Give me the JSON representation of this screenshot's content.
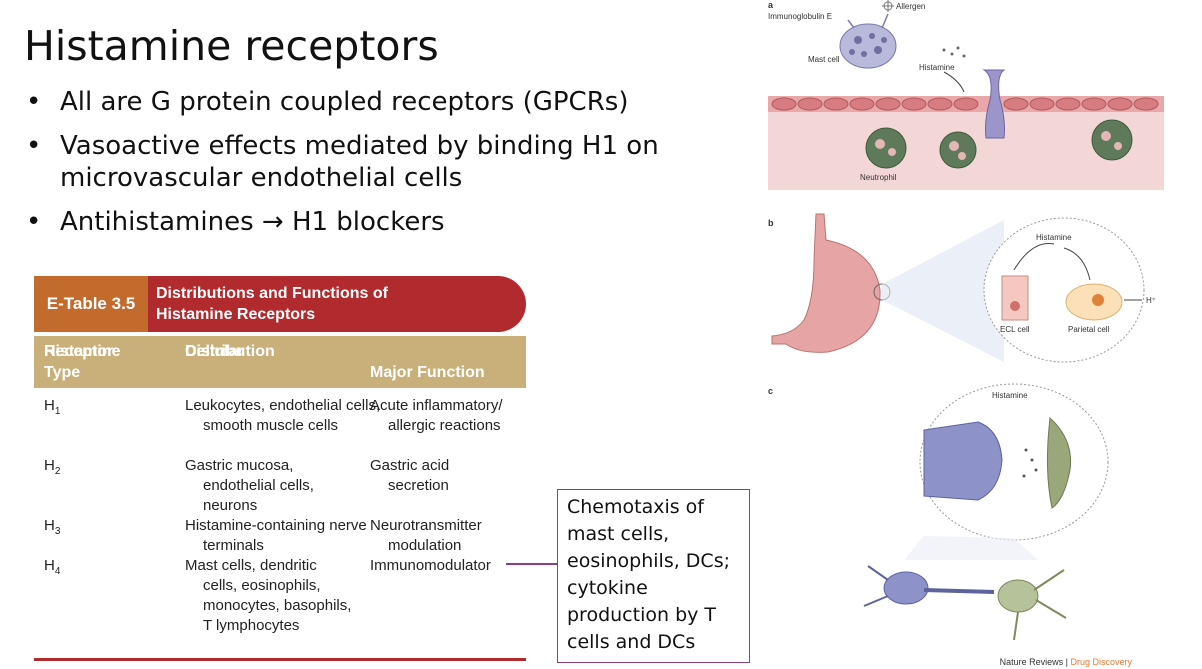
{
  "slide": {
    "title": "Histamine receptors",
    "bullets": [
      "All are G protein coupled receptors (GPCRs)",
      "Vasoactive effects mediated by binding H1 on microvascular endothelial cells",
      "Antihistamines → H1 blockers"
    ]
  },
  "table": {
    "tag": "E-Table 3.5",
    "title_line1": "Distributions and Functions of",
    "title_line2": "Histamine Receptors",
    "headers": {
      "col1_line1": "Histamine",
      "col1_line2": "Receptor Type",
      "col2_line1": "Cellular",
      "col2_line2": "Distribution",
      "col3": "Major Function"
    },
    "rows": [
      {
        "receptor": "H",
        "sub": "1",
        "distribution": "Leukocytes, endothelial cells, smooth muscle cells",
        "function": "Acute inflammatory/ allergic reactions"
      },
      {
        "receptor": "H",
        "sub": "2",
        "distribution": "Gastric mucosa, endothelial cells, neurons",
        "function": "Gastric acid secretion"
      },
      {
        "receptor": "H",
        "sub": "3",
        "distribution": "Histamine-containing nerve terminals",
        "function": "Neurotransmitter modulation"
      },
      {
        "receptor": "H",
        "sub": "4",
        "distribution": "Mast cells, dendritic cells, eosinophils, monocytes, basophils, T lymphocytes",
        "function": "Immunomodulator"
      }
    ]
  },
  "callout": {
    "text": "Chemotaxis of mast cells, eosinophils, DCs; cytokine production by T cells and DCs"
  },
  "figure": {
    "panel_a": "a",
    "panel_b": "b",
    "panel_c": "c",
    "labels": {
      "ige": "Immunoglobulin E",
      "allergen": "Allergen",
      "mast_cell": "Mast cell",
      "histamine_a": "Histamine",
      "neutrophil": "Neutrophil",
      "histamine_b": "Histamine",
      "ecl_cell": "ECL cell",
      "parietal_cell": "Parietal cell",
      "h_plus": "H⁺",
      "histamine_c": "Histamine"
    },
    "credit_source": "Nature Reviews",
    "credit_sep": " | ",
    "credit_journal": "Drug Discovery",
    "colors": {
      "accent_table_tag": "#c36a2d",
      "accent_table_title": "#b02a2e",
      "table_header": "#c9b07a",
      "callout_border": "#8a3d8e"
    }
  }
}
